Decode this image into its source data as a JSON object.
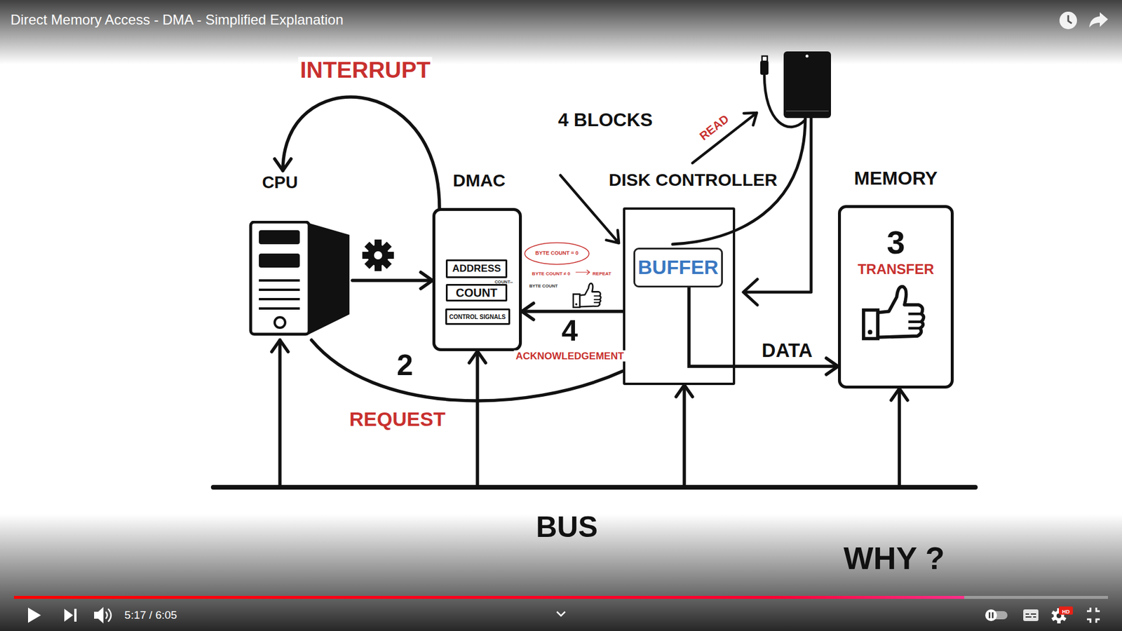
{
  "diagram": {
    "title": "Direct Memory Access - DMA - Simplified Explanation",
    "nodes": [
      {
        "text": [
          "CPU"
        ]
      },
      {
        "text": [
          "DMAC"
        ]
      },
      {
        "text": [
          "ADDRESS"
        ],
        "in": 1
      },
      {
        "text": [
          "COUNT"
        ],
        "in": 1
      },
      {
        "text": [
          "CONTROL SIGNALS"
        ],
        "in": 1
      },
      {
        "text": [
          "BYTE COUNT = 0"
        ]
      },
      {
        "text": [
          "DISK CONTROLLER"
        ]
      },
      {
        "text": [
          "BUFFER"
        ],
        "in": 6
      },
      {
        "text": [
          "MEMORY",
          "3",
          "TRANSFER"
        ]
      },
      {
        "text": [
          "BUS"
        ]
      }
    ],
    "edges": [
      {
        "from": 0,
        "to": 1,
        "arrow": "to"
      },
      {
        "from": 1,
        "to": 0,
        "label": "INTERRUPT",
        "arrow": "to"
      },
      {
        "from": 0,
        "to": 6,
        "label": "REQUEST",
        "arrow": "none"
      },
      {
        "from": 6,
        "to": 1,
        "label": "ACKNOWLEDGEMENT",
        "arrow": "to"
      },
      {
        "from": 7,
        "to": 8,
        "label": "DATA",
        "arrow": "to"
      },
      {
        "from": 9,
        "to": 0,
        "arrow": "to"
      },
      {
        "from": 9,
        "to": 1,
        "arrow": "to"
      },
      {
        "from": 9,
        "to": 6,
        "arrow": "to"
      },
      {
        "from": 9,
        "to": 8,
        "arrow": "to"
      }
    ],
    "labels": [
      "2",
      "4",
      "4 BLOCKS",
      "READ",
      "BYTE COUNT ≠ 0",
      "REPEAT",
      "BYTE COUNT",
      "COUNT--",
      "WHY ?",
      "5:17 / 6:05",
      "HD"
    ]
  }
}
